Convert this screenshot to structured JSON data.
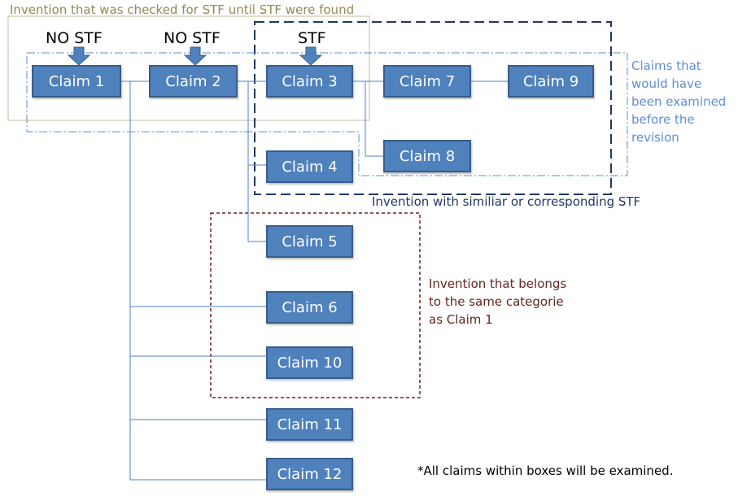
{
  "claims": {
    "c1": "Claim 1",
    "c2": "Claim 2",
    "c3": "Claim 3",
    "c4": "Claim 4",
    "c5": "Claim 5",
    "c6": "Claim 6",
    "c7": "Claim 7",
    "c8": "Claim 8",
    "c9": "Claim 9",
    "c10": "Claim 10",
    "c11": "Claim 11",
    "c12": "Claim 12"
  },
  "stf_labels": {
    "claim1": "NO STF",
    "claim2": "NO STF",
    "claim3": "STF"
  },
  "boxes": {
    "checked_until_stf": "Invention that was checked for STF until STF were found",
    "similar_stf": "Invention with similiar or corresponding STF",
    "same_category": "Invention that belongs to the same categorie as Claim 1",
    "before_revision": "Claims that would have been examined before the revision"
  },
  "footnote": "*All claims within boxes will be examined.",
  "colors": {
    "claim_fill": "#4f81bd",
    "claim_border": "#385d8a",
    "olive_box": "#c4bd97",
    "navy_box": "#1f3864",
    "dark_red_box": "#632523",
    "light_blue_box": "#5b8fd6"
  }
}
